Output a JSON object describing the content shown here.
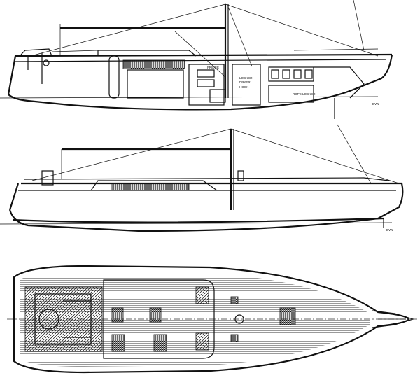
{
  "labels": {
    "waterline": "DWL",
    "waterline_2": "DWL",
    "galley_a": "FRIDGE",
    "galley_b": "LOCKER",
    "galley_c": "DRYER",
    "galley_d": "HOOK",
    "forward_label": "ROPE LOCKER"
  }
}
